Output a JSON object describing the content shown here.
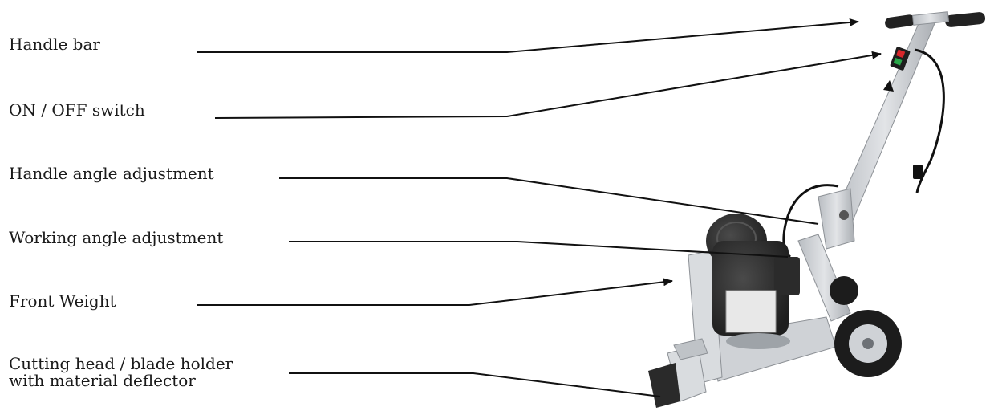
{
  "callouts": [
    {
      "id": "handle-bar",
      "lines": [
        "Handle bar"
      ]
    },
    {
      "id": "on-off-switch",
      "lines": [
        "ON / OFF switch"
      ]
    },
    {
      "id": "handle-angle-adjustment",
      "lines": [
        "Handle angle adjustment"
      ]
    },
    {
      "id": "working-angle-adjustment",
      "lines": [
        "Working angle adjustment"
      ]
    },
    {
      "id": "front-weight",
      "lines": [
        "Front Weight"
      ]
    },
    {
      "id": "cutting-head",
      "lines": [
        "Cutting head / blade holder",
        "with material deflector"
      ]
    }
  ],
  "colors": {
    "text": "#1a1a1a",
    "leader": "#111111",
    "frame": "#c9ccd0",
    "motor": "#2b2b2b",
    "grip": "#222222",
    "switch": "#d8262b",
    "wheel": "#1c1c1c"
  },
  "icons": [
    "floor-scraper-machine-illustration"
  ]
}
